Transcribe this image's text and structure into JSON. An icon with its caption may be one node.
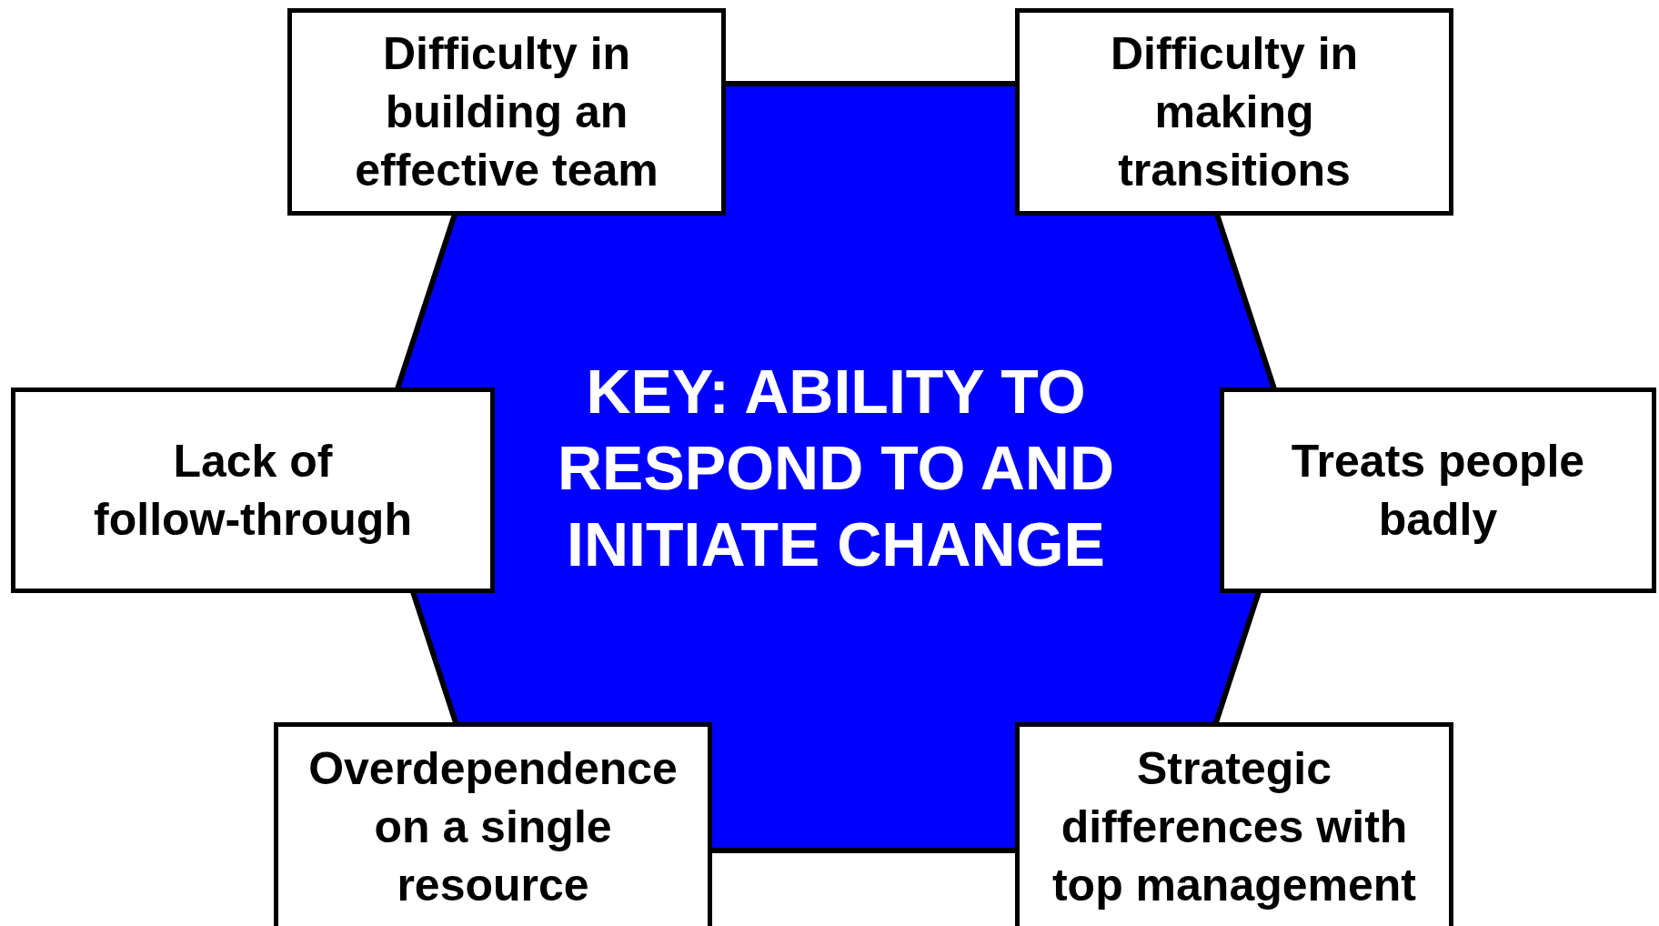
{
  "diagram": {
    "nodes": [
      {
        "text": [
          "KEY: ABILITY TO RESPOND TO AND INITIATE CHANGE"
        ]
      },
      {
        "text": [
          "Difficulty in building an effective team"
        ]
      },
      {
        "text": [
          "Difficulty in making transitions"
        ]
      },
      {
        "text": [
          "Lack of follow-through"
        ]
      },
      {
        "text": [
          "Treats people badly"
        ]
      },
      {
        "text": [
          "Overdependence on a single resource"
        ]
      },
      {
        "text": [
          "Strategic differences with top management"
        ]
      }
    ]
  }
}
